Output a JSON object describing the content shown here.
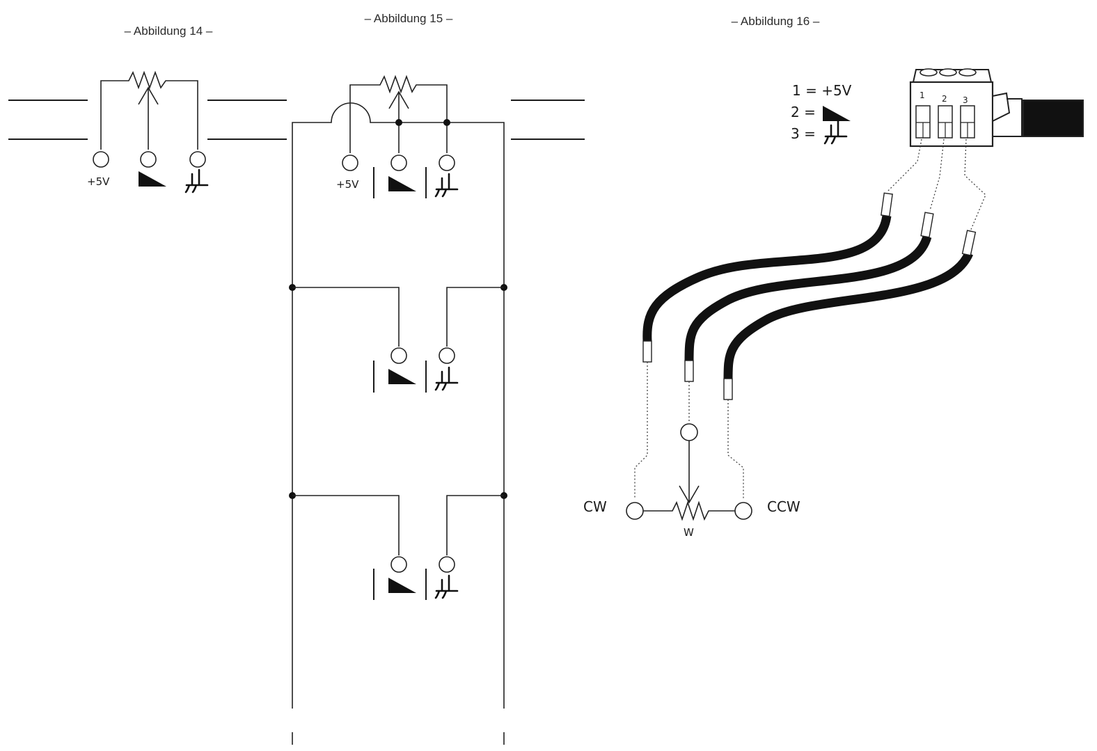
{
  "figures": {
    "fig14": {
      "caption": "– Abbildung 14 –",
      "label_5v": "+5V"
    },
    "fig15": {
      "caption": "– Abbildung 15 –",
      "label_5v": "+5V"
    },
    "fig16": {
      "caption": "– Abbildung 16 –",
      "legend": {
        "line1": "1 = +5V",
        "line2": "2 =",
        "line3": "3 ="
      },
      "pins": [
        "1",
        "2",
        "3"
      ],
      "cw": "CW",
      "ccw": "CCW",
      "wiper": "W"
    }
  },
  "icons": {
    "signal": "signal-wedge-icon",
    "ground": "ground-icon",
    "potentiometer": "potentiometer-icon",
    "terminal": "terminal-circle-icon",
    "connector": "terminal-block-connector-icon"
  },
  "colors": {
    "ink": "#111111",
    "paper": "#ffffff"
  }
}
